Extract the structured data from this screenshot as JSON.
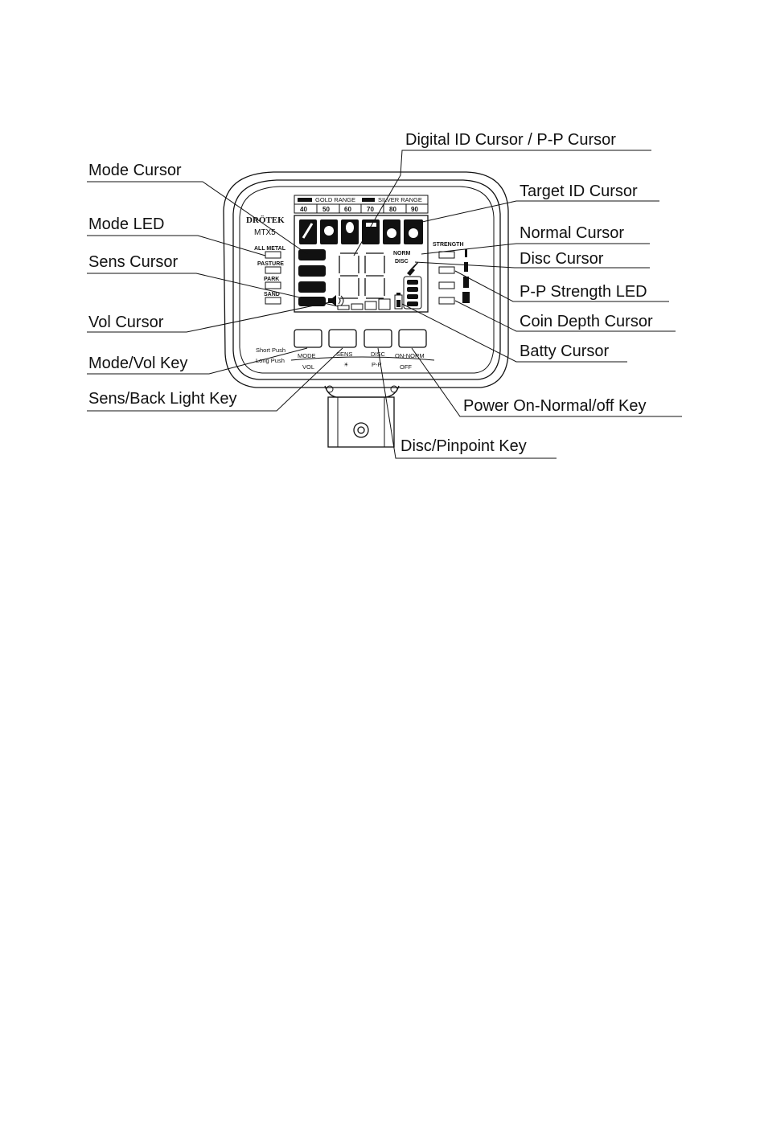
{
  "callouts": {
    "digital_id_cursor": "Digital ID Cursor / P-P Cursor",
    "mode_cursor": "Mode  Cursor",
    "target_id_cursor": "Target ID Cursor",
    "mode_led": "Mode LED",
    "normal_cursor": "Normal Cursor",
    "sens_cursor": "Sens Cursor",
    "disc_cursor": "Disc Cursor",
    "pp_strength_led": "P-P Strength LED",
    "vol_cursor": "Vol Cursor",
    "coin_depth_cursor": "Coin Depth Cursor",
    "batty_cursor": "Batty Cursor",
    "mode_vol_key": "Mode/Vol Key",
    "sens_back_light_key": "Sens/Back Light Key",
    "power_key": "Power On-Normal/off Key",
    "disc_pinpoint_key": "Disc/Pinpoint Key"
  },
  "device": {
    "brand": "DRÖTEK",
    "model": "MTX5",
    "gold_range": "GOLD RANGE",
    "silver_range": "SILVER RANGE",
    "scale": [
      "40",
      "50",
      "60",
      "70",
      "80",
      "90"
    ],
    "modes": [
      "ALL METAL",
      "PASTURE",
      "PARK",
      "SAND"
    ],
    "digits": "88",
    "norm": "NORM",
    "disc": "DISC",
    "strength": "STRENGTH",
    "short_push": "Short Push",
    "long_push": "Long Push",
    "keys": [
      {
        "short": "MODE",
        "long": "VOL"
      },
      {
        "short": "SENS",
        "long": "☀"
      },
      {
        "short": "DISC",
        "long": "P-P"
      },
      {
        "short": "ON-NORM",
        "long": "OFF"
      }
    ]
  }
}
